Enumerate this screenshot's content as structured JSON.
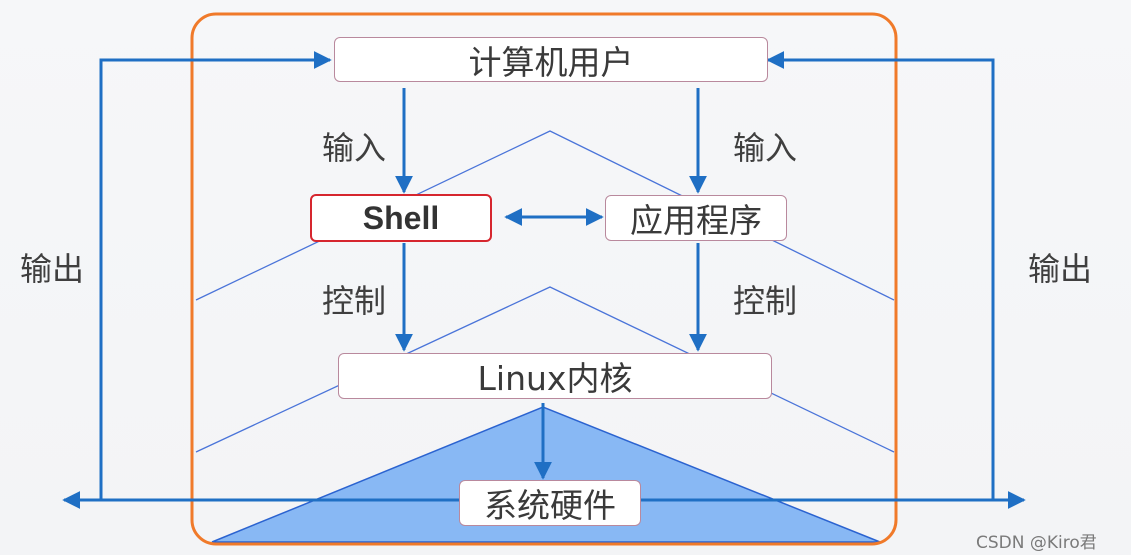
{
  "nodes": {
    "user": "计算机用户",
    "shell": "Shell",
    "app": "应用程序",
    "kernel": "Linux内核",
    "hardware": "系统硬件"
  },
  "labels": {
    "input_left": "输入",
    "input_right": "输入",
    "control_left": "控制",
    "control_right": "控制",
    "output_left": "输出",
    "output_right": "输出"
  },
  "watermark": "CSDN @Kiro君",
  "colors": {
    "frame": "#f07a2a",
    "arrow": "#1f6fc4",
    "chevron_line": "#4a74d9",
    "hardware_fill": "#88b8f4",
    "box_border": "#b9899d",
    "shell_border": "#d6262e"
  }
}
